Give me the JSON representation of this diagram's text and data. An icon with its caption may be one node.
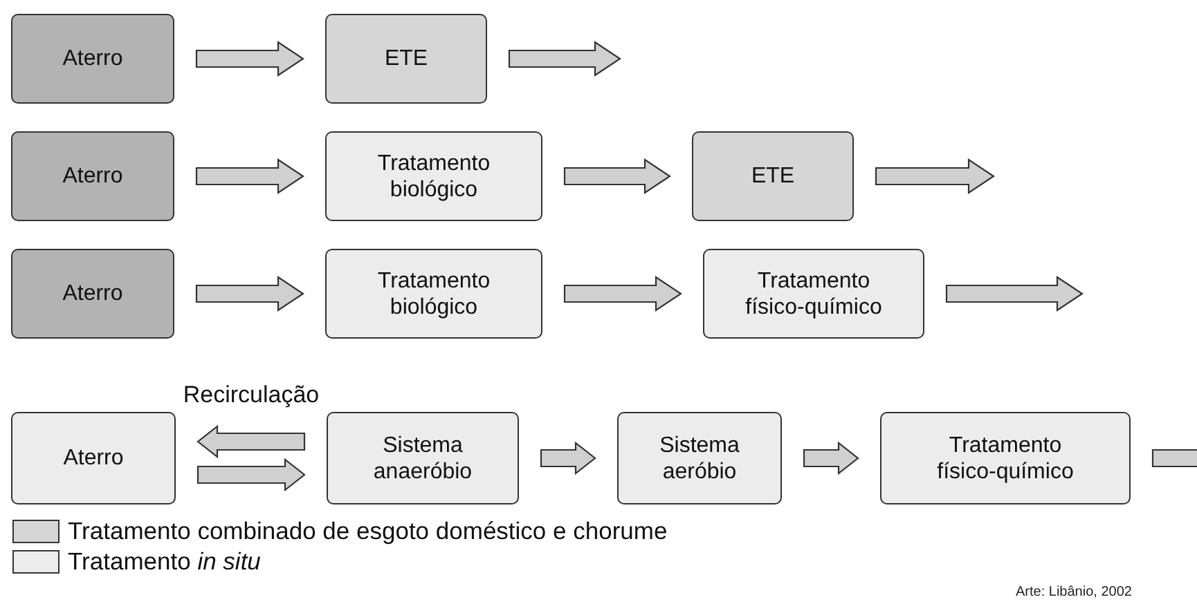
{
  "diagram": {
    "nodes": [
      {
        "text": [
          "Aterro"
        ]
      },
      {
        "text": [
          "ETE"
        ]
      },
      {
        "text": [
          "Aterro"
        ]
      },
      {
        "text": [
          "Tratamento biológico"
        ]
      },
      {
        "text": [
          "ETE"
        ]
      },
      {
        "text": [
          "Aterro"
        ]
      },
      {
        "text": [
          "Tratamento biológico"
        ]
      },
      {
        "text": [
          "Tratamento físico-químico"
        ]
      },
      {
        "text": [
          "Aterro"
        ]
      },
      {
        "text": [
          "Sistema anaeróbio"
        ]
      },
      {
        "text": [
          "Sistema aeróbio"
        ]
      },
      {
        "text": [
          "Tratamento físico-químico"
        ]
      }
    ],
    "edges": [
      {
        "from": 0,
        "to": 1,
        "arrow": "to"
      },
      {
        "from": 1,
        "to": null,
        "arrow": "to"
      },
      {
        "from": 2,
        "to": 3,
        "arrow": "to"
      },
      {
        "from": 3,
        "to": 4,
        "arrow": "to"
      },
      {
        "from": 4,
        "to": null,
        "arrow": "to"
      },
      {
        "from": 5,
        "to": 6,
        "arrow": "to"
      },
      {
        "from": 6,
        "to": 7,
        "arrow": "to"
      },
      {
        "from": 7,
        "to": null,
        "arrow": "to"
      },
      {
        "from": 9,
        "to": 8,
        "arrow": "to",
        "label": "Recirculação"
      },
      {
        "from": 8,
        "to": 9,
        "arrow": "to"
      },
      {
        "from": 9,
        "to": 10,
        "arrow": "to"
      },
      {
        "from": 10,
        "to": 11,
        "arrow": "to"
      },
      {
        "from": 11,
        "to": null,
        "arrow": "to"
      }
    ],
    "labels": [
      "Arte: Libânio, 2002"
    ],
    "legend": [
      {
        "text": "Tratamento combinado de esgoto doméstico e chorume",
        "color": "#d6d6d6"
      },
      {
        "text": "Tratamento *in situ*",
        "color": "#ececec"
      }
    ]
  }
}
